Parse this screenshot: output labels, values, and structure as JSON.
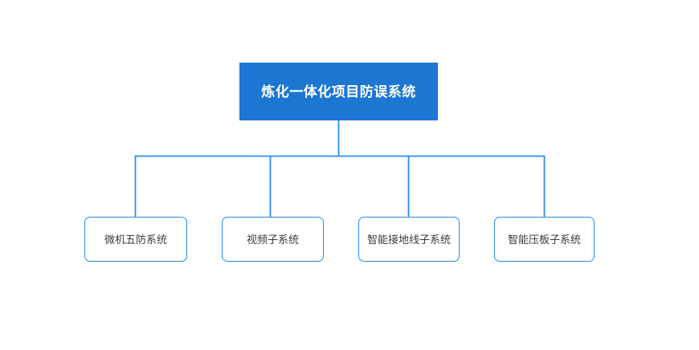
{
  "diagram": {
    "type": "organizational-tree",
    "background_color": "#ffffff",
    "root": {
      "label": "炼化一体化项目防误系统",
      "fill_color": "#1c76d2",
      "text_color": "#ffffff"
    },
    "connector": {
      "color": "#2b8ceb",
      "stroke_width": "1.6"
    },
    "children": [
      {
        "label": "微机五防系统",
        "border_color": "#2b8ceb",
        "fill_color": "#ffffff",
        "text_color": "#3a3a3a"
      },
      {
        "label": "视频子系统",
        "border_color": "#2b8ceb",
        "fill_color": "#ffffff",
        "text_color": "#3a3a3a"
      },
      {
        "label": "智能接地线子系统",
        "border_color": "#2b8ceb",
        "fill_color": "#ffffff",
        "text_color": "#3a3a3a"
      },
      {
        "label": "智能压板子系统",
        "border_color": "#2b8ceb",
        "fill_color": "#ffffff",
        "text_color": "#3a3a3a"
      }
    ]
  }
}
